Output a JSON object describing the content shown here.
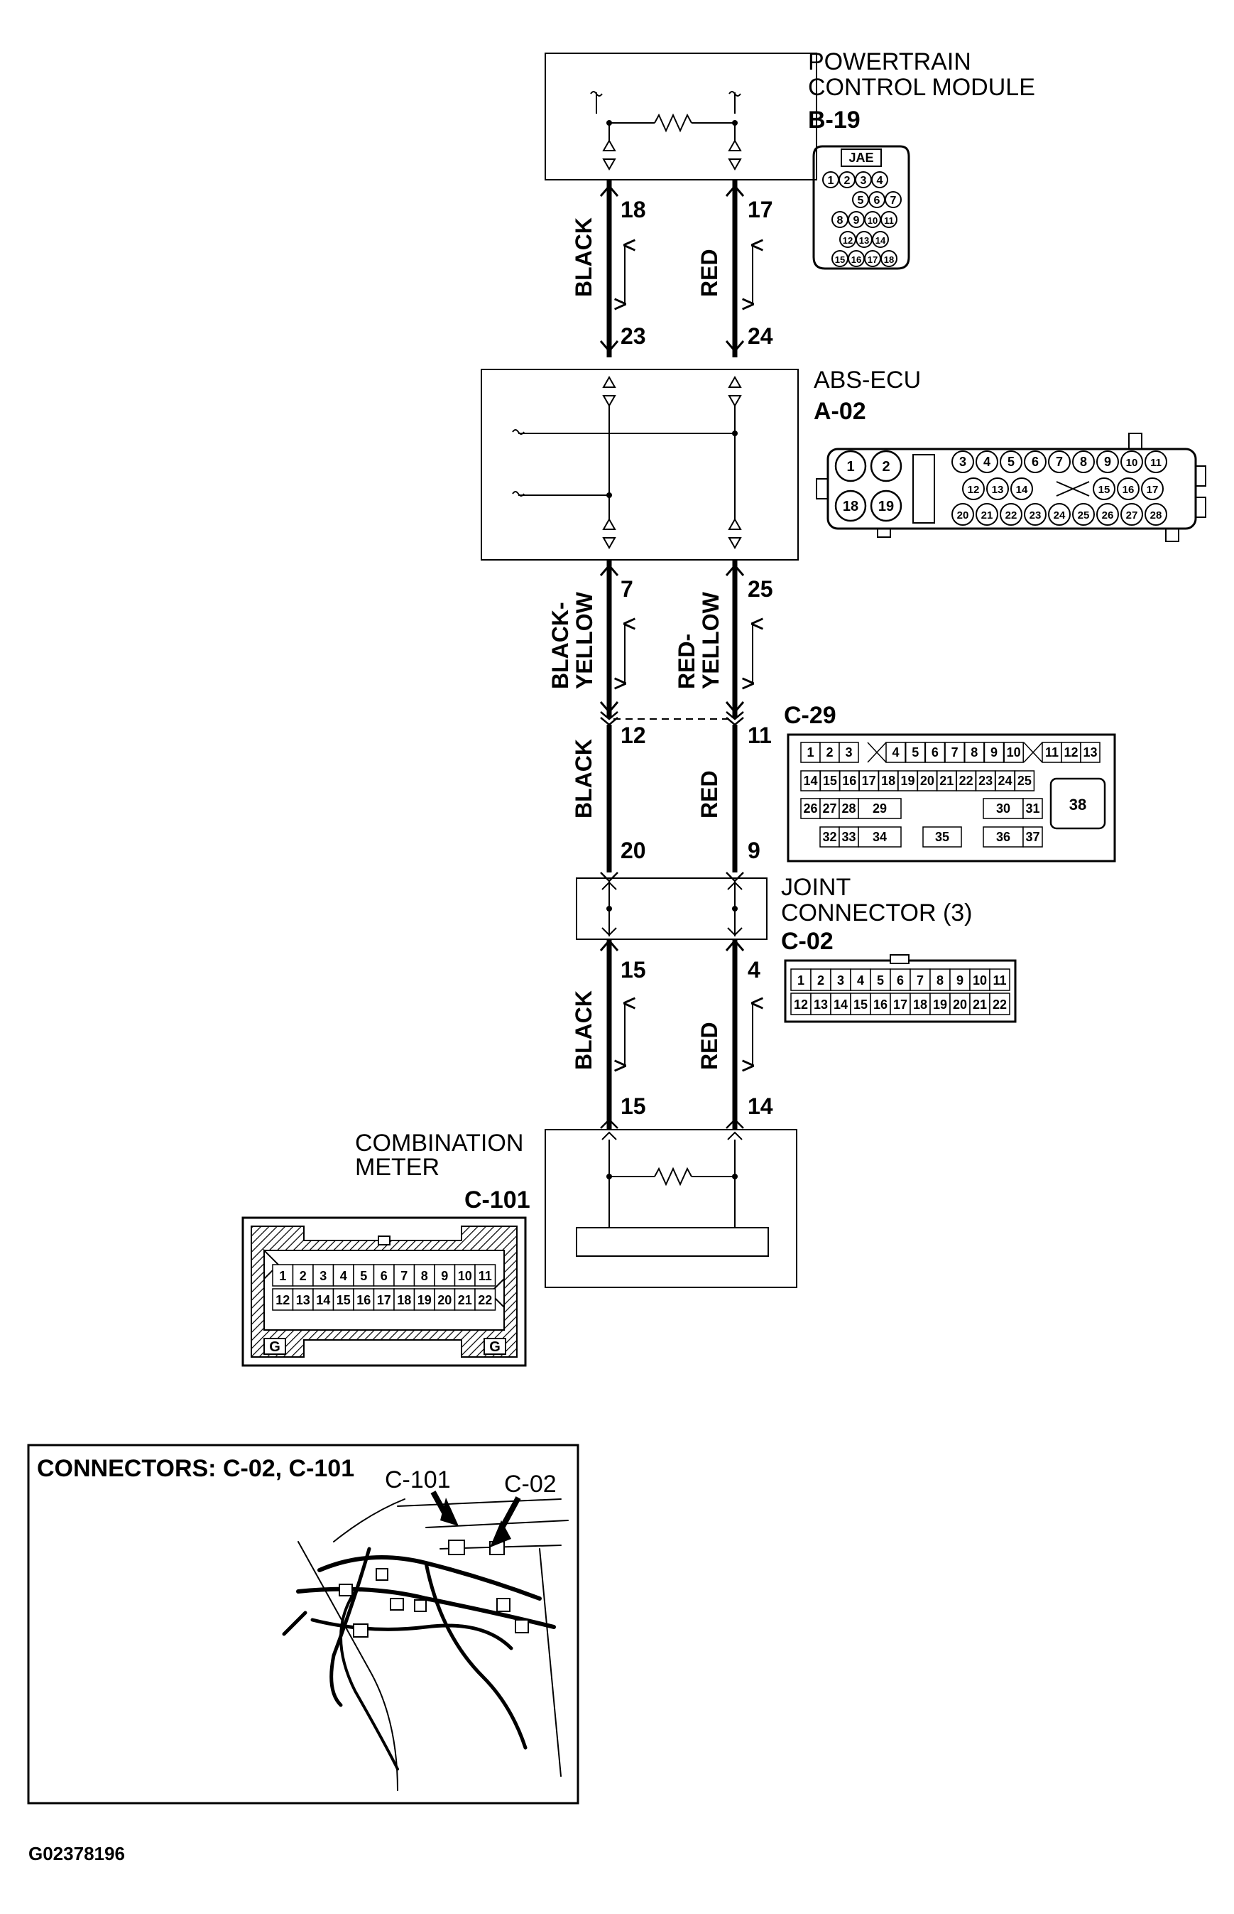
{
  "components": {
    "pcm": {
      "name_line1": "POWERTRAIN",
      "name_line2": "CONTROL MODULE",
      "code": "B-19",
      "connector_brand": "JAE",
      "connector_pins": [
        "1",
        "2",
        "3",
        "4",
        "5",
        "6",
        "7",
        "8",
        "9",
        "10",
        "11",
        "12",
        "13",
        "14",
        "15",
        "16",
        "17",
        "18"
      ]
    },
    "abs": {
      "name": "ABS-ECU",
      "code": "A-02",
      "connector_pins": [
        "1",
        "2",
        "18",
        "19",
        "3",
        "4",
        "5",
        "6",
        "7",
        "8",
        "9",
        "10",
        "11",
        "12",
        "13",
        "14",
        "15",
        "16",
        "17",
        "20",
        "21",
        "22",
        "23",
        "24",
        "25",
        "26",
        "27",
        "28"
      ]
    },
    "c29": {
      "code": "C-29",
      "connector_pins": [
        "1",
        "2",
        "3",
        "4",
        "5",
        "6",
        "7",
        "8",
        "9",
        "10",
        "11",
        "12",
        "13",
        "14",
        "15",
        "16",
        "17",
        "18",
        "19",
        "20",
        "21",
        "22",
        "23",
        "24",
        "25",
        "26",
        "27",
        "28",
        "29",
        "30",
        "31",
        "32",
        "33",
        "34",
        "35",
        "36",
        "37",
        "38"
      ]
    },
    "joint": {
      "name_line1": "JOINT",
      "name_line2": "CONNECTOR (3)",
      "code": "C-02",
      "connector_pins": [
        "1",
        "2",
        "3",
        "4",
        "5",
        "6",
        "7",
        "8",
        "9",
        "10",
        "11",
        "12",
        "13",
        "14",
        "15",
        "16",
        "17",
        "18",
        "19",
        "20",
        "21",
        "22"
      ]
    },
    "meter": {
      "name_line1": "COMBINATION",
      "name_line2": "METER",
      "code": "C-101",
      "connector_pins": [
        "1",
        "2",
        "3",
        "4",
        "5",
        "6",
        "7",
        "8",
        "9",
        "10",
        "11",
        "12",
        "13",
        "14",
        "15",
        "16",
        "17",
        "18",
        "19",
        "20",
        "21",
        "22"
      ],
      "ground_marks": [
        "G",
        "G"
      ]
    }
  },
  "wires": {
    "seg1": {
      "left_color": "BLACK",
      "right_color": "RED",
      "left_top": "18",
      "left_bottom": "23",
      "right_top": "17",
      "right_bottom": "24"
    },
    "seg2": {
      "left_color_1": "BLACK-",
      "left_color_2": "YELLOW",
      "right_color_1": "RED-",
      "right_color_2": "YELLOW",
      "left_top": "7",
      "right_top": "25"
    },
    "seg3": {
      "left_color": "BLACK",
      "right_color": "RED",
      "left_top": "12",
      "left_bottom": "20",
      "right_top": "11",
      "right_bottom": "9"
    },
    "seg4": {
      "left_color": "BLACK",
      "right_color": "RED",
      "left_top": "15",
      "left_bottom": "15",
      "right_top": "4",
      "right_bottom": "14"
    }
  },
  "inset": {
    "title": "CONNECTORS: C-02, C-101",
    "callout_1": "C-101",
    "callout_2": "C-02"
  },
  "figure_id": "G02378196"
}
